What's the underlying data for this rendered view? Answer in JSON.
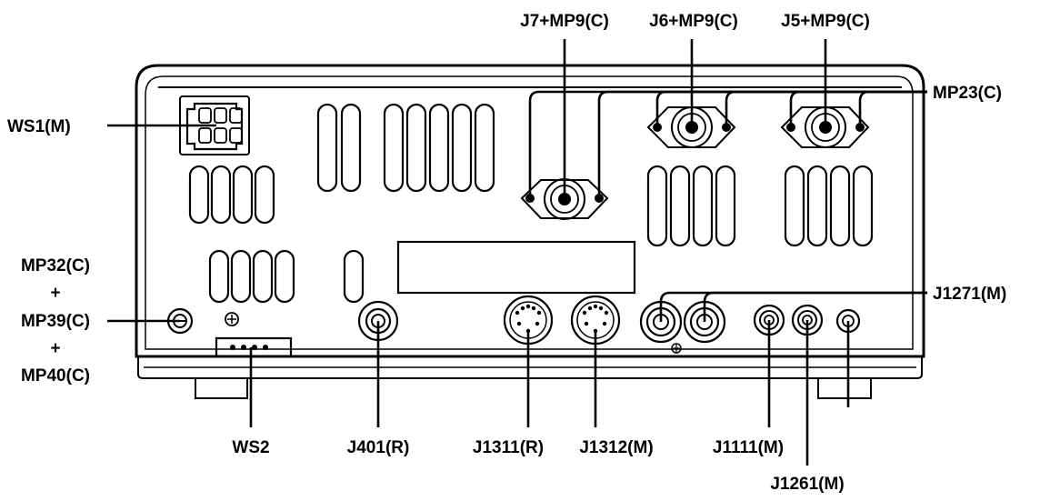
{
  "labels": {
    "j7": "J7+MP9(C)",
    "j6": "J6+MP9(C)",
    "j5": "J5+MP9(C)",
    "mp23": "MP23(C)",
    "ws1": "WS1(M)",
    "mp32": "MP32(C)",
    "plus1": "+",
    "mp39": "MP39(C)",
    "plus2": "+",
    "mp40": "MP40(C)",
    "j1271": "J1271(M)",
    "ws2": "WS2",
    "j401": "J401(R)",
    "j1311": "J1311(R)",
    "j1312": "J1312(M)",
    "j1111": "J1111(M)",
    "j1261": "J1261(M)"
  }
}
